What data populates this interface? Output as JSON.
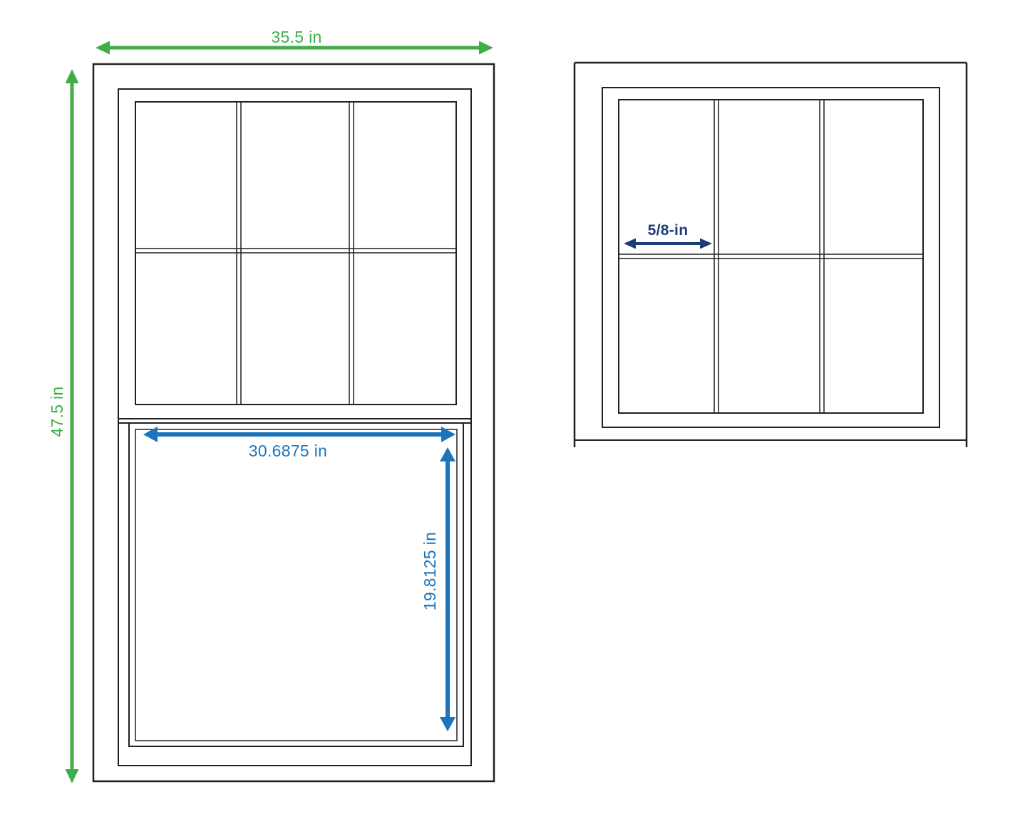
{
  "diagram": {
    "type": "technical-diagram",
    "subject": "Double-hung window measurement diagram",
    "colors": {
      "line": "#231f20",
      "green": "#3fae49",
      "blue": "#1c75bc",
      "navy": "#1d3c78"
    },
    "left_window": {
      "labels": {
        "overall_width": "35.5 in",
        "overall_height": "47.5 in",
        "glass_width": "30.6875 in",
        "glass_height": "19.8125 in"
      },
      "grid": {
        "columns": 3,
        "rows": 2
      }
    },
    "right_window": {
      "labels": {
        "muntin_width": "5/8-in"
      },
      "grid": {
        "columns": 3,
        "rows": 2
      }
    }
  }
}
